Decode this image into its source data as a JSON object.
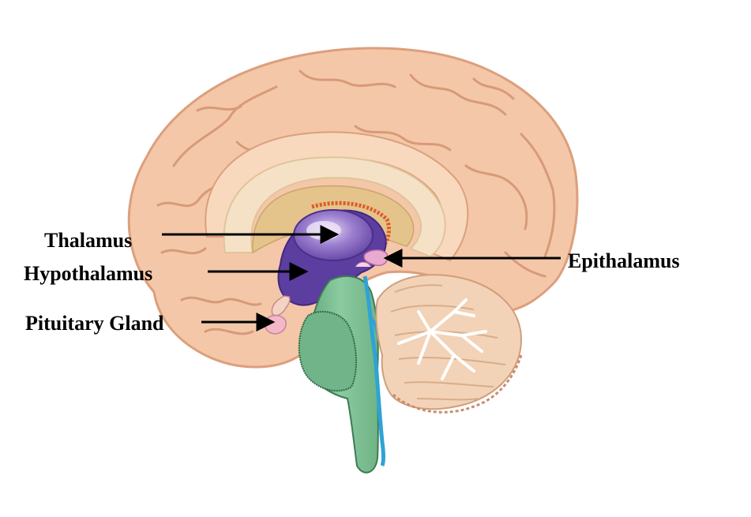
{
  "labels": {
    "thalamus": "Thalamus",
    "hypothalamus": "Hypothalamus",
    "pituitary": "Pituitary Gland",
    "epithalamus": "Epithalamus"
  },
  "colors": {
    "cortex": "#f4c7a8",
    "cortex_dark": "#dc9f7d",
    "corpus_callosum": "#f5e2c6",
    "ventricle": "#e4c48b",
    "thalamus": "#8a6bc0",
    "hypothalamus": "#5b3ea0",
    "pituitary": "#f3b8c8",
    "brainstem": "#7fbc93",
    "cerebellum": "#f2d3b7",
    "canal": "#2ea3d6"
  }
}
